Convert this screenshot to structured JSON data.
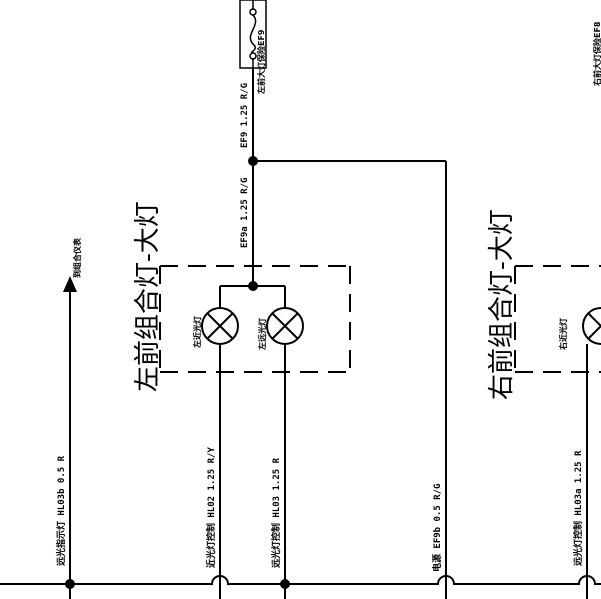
{
  "labels": {
    "left_fuse": "左前大灯保险EF9",
    "right_fuse": "右前大灯保险EF8",
    "wire_ef9": "EF9 1.25 R/G",
    "wire_ef9a": "EF9a 1.25 R/G",
    "to_cluster": "到组合仪表",
    "left_group": "左前组合灯-大灯",
    "right_group": "右前组合灯-大灯",
    "left_low": "左近光灯",
    "left_high": "左远光灯",
    "right_low": "右近光灯",
    "wire_hl03b": "远光指示灯 HL03b 0.5 R",
    "wire_hl02": "近光灯控制 HL02 1.25 R/Y",
    "wire_hl03": "远光灯控制 HL03 1.25 R",
    "wire_ef9b": "电源 EF9b 0.5 R/G",
    "wire_hl03a": "远光灯控制 HL03a 1.25 R"
  }
}
